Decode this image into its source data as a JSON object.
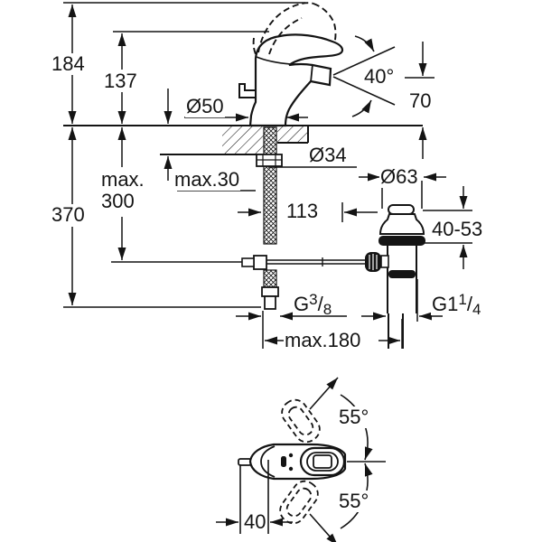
{
  "drawing": {
    "kind": "technical dimension drawing of a single-lever bidet mixer faucet with pop-up waste, side view and top view",
    "line_color": "#141414",
    "background_color": "#ffffff"
  },
  "labels": {
    "overall_height": "184",
    "spout_tip_height": "137",
    "base_diameter": "Ø50",
    "spray_angle": "40°",
    "outlet_height": "70",
    "mounting_hole_diameter": "Ø34",
    "deck_thickness": "max.30",
    "hose_length": "max.\n300",
    "below_deck_height": "370",
    "waste_horizontal_offset": "113",
    "waste_flange_diameter": "Ø63",
    "waste_clamp_range": "40-53",
    "supply_thread": {
      "g": "G",
      "num": "3",
      "slash": "/",
      "den": "8"
    },
    "waste_thread": {
      "g": "G1",
      "num": "1",
      "slash": "/",
      "den": "4"
    },
    "max_spread": "max.180",
    "handle_swing_upper": "55°",
    "handle_swing_lower": "55°",
    "outlet_to_center": "40"
  }
}
